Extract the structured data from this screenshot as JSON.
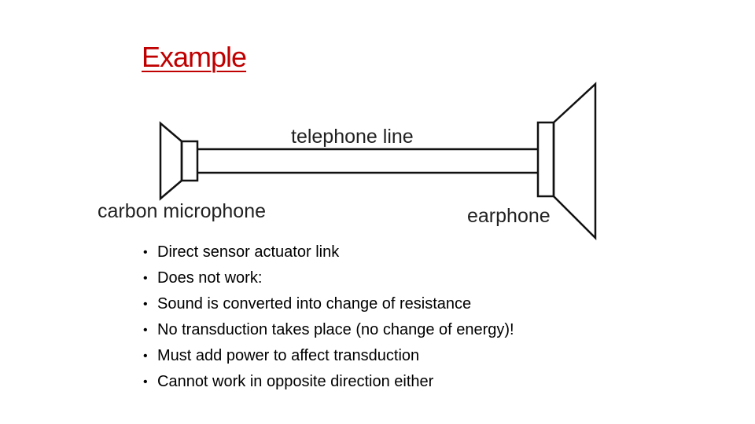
{
  "title": "Example",
  "colors": {
    "title": "#c00000",
    "stroke": "#111111",
    "text": "#000000"
  },
  "diagram": {
    "line_label": "telephone line",
    "microphone_label": "carbon microphone",
    "earphone_label": "earphone"
  },
  "bullets": [
    "Direct sensor actuator link",
    "Does not work:",
    "Sound is converted into change of resistance",
    "No transduction takes place (no change of energy)!",
    "Must add power to affect transduction",
    "Cannot work in opposite direction either"
  ],
  "bullet_symbol": "•"
}
